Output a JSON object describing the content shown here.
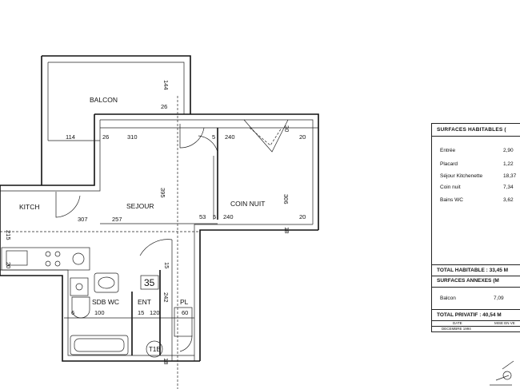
{
  "plan": {
    "rooms": {
      "balcon": "BALCON",
      "kitch": "KITCH",
      "sejour": "SEJOUR",
      "coin_nuit": "COIN NUIT",
      "sdb_wc": "SDB WC",
      "ent": "ENT",
      "pl": "PL"
    },
    "unit_number": "35",
    "type_label": "T1B",
    "dimensions": {
      "d144": "144",
      "d26a": "26",
      "d114": "114",
      "d26b": "26",
      "d310": "310",
      "d5a": "5",
      "d240a": "240",
      "d30": "30",
      "d20a": "20",
      "d395": "395",
      "d306": "306",
      "d307": "307",
      "d257": "257",
      "d53": "53",
      "d5b": "5",
      "d240b": "240",
      "d20b": "20",
      "d18": "18",
      "d215": "215",
      "d20c": "20",
      "d15": "15",
      "d242": "242",
      "d6": "6",
      "d100": "100",
      "d15b": "15",
      "d120": "120",
      "d60": "60",
      "d18b": "18"
    }
  },
  "surfaces": {
    "header_habitables": "SURFACES HABITABLES (",
    "rows": [
      {
        "label": "Entrée",
        "value": "2,90"
      },
      {
        "label": "Placard",
        "value": "1,22"
      },
      {
        "label": "Séjour Kitchenette",
        "value": "18,37"
      },
      {
        "label": "Coin nuit",
        "value": "7,34"
      },
      {
        "label": "Bains WC",
        "value": "3,62"
      }
    ],
    "total_habitable": "TOTAL HABITABLE : 33,45 M",
    "header_annexes": "SURFACES ANNEXES (M",
    "annexe_label": "Balcon",
    "annexe_value": "7,09",
    "total_privatif": "TOTAL PRIVATIF : 40,54 M",
    "date_header": "DATE",
    "date_value": "DECEMBRE 1994",
    "mise_header": "MISE EN VE"
  }
}
